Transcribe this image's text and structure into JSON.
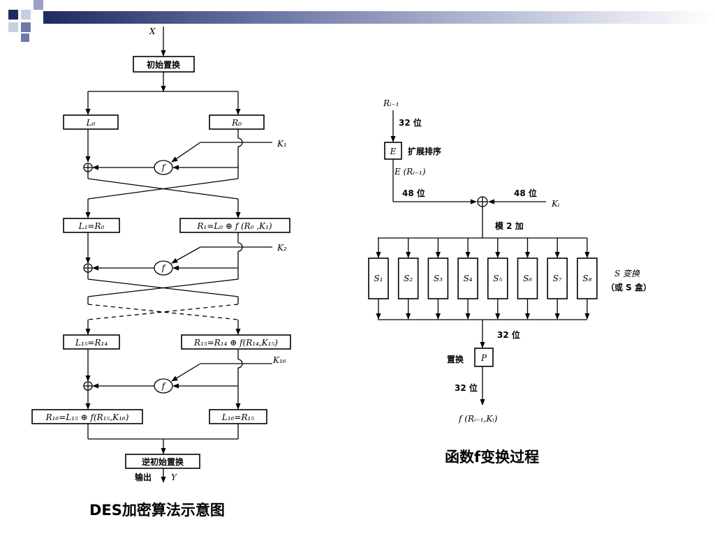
{
  "left": {
    "input": "X",
    "ip": "初始置换",
    "l0": "L₀",
    "r0": "R₀",
    "k1": "K₁",
    "f": "f",
    "l1": "L₁=R₀",
    "r1": "R₁=L₀ ⊕ f (R₀ ,K₁)",
    "k2": "K₂",
    "l15": "L₁₅=R₁₄",
    "r15": "R₁₅=R₁₄ ⊕ f(R₁₄,K₁₅)",
    "k16": "K₁₆",
    "r16": "R₁₆=L₁₅ ⊕ f(R₁₅,K₁₆)",
    "l16": "L₁₆=R₁₅",
    "iip": "逆初始置换",
    "out_label": "输出",
    "output": "Y",
    "caption": "DES加密算法示意图"
  },
  "right": {
    "input": "Rᵢ₋₁",
    "bits32_a": "32 位",
    "e_box": "E",
    "e_label": "扩展排序",
    "e_out": "E (Rᵢ₋₁)",
    "bits48_left": "48 位",
    "bits48_right": "48 位",
    "key": "Kᵢ",
    "mod2": "模 2 加",
    "sboxes": [
      "S₁",
      "S₂",
      "S₃",
      "S₄",
      "S₅",
      "S₆",
      "S₇",
      "S₈"
    ],
    "s_label_1": "S 变换",
    "s_label_2": "（或 S 盒）",
    "bits32_b": "32 位",
    "p_label": "置换",
    "p_box": "P",
    "bits32_c": "32 位",
    "output": "f (Rᵢ₋₁,Kᵢ)",
    "caption": "函数f变换过程"
  },
  "colors": {
    "deco_dark": "#1f2a5e",
    "deco_mid": "#6f79a8",
    "deco_light": "#c9cde0"
  }
}
